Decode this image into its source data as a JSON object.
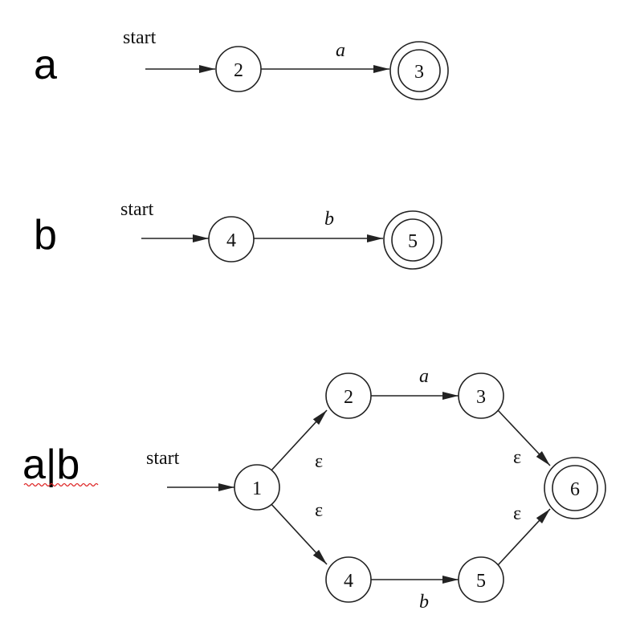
{
  "diagrams": [
    {
      "id": "a",
      "row_label": "a",
      "start_label": "start",
      "nodes": [
        {
          "id": "n2",
          "label": "2",
          "accepting": false
        },
        {
          "id": "n3",
          "label": "3",
          "accepting": true
        }
      ],
      "edges": [
        {
          "from": "start",
          "to": "n2",
          "label": ""
        },
        {
          "from": "n2",
          "to": "n3",
          "label": "a"
        }
      ]
    },
    {
      "id": "b",
      "row_label": "b",
      "start_label": "start",
      "nodes": [
        {
          "id": "n4",
          "label": "4",
          "accepting": false
        },
        {
          "id": "n5",
          "label": "5",
          "accepting": true
        }
      ],
      "edges": [
        {
          "from": "start",
          "to": "n4",
          "label": ""
        },
        {
          "from": "n4",
          "to": "n5",
          "label": "b"
        }
      ]
    },
    {
      "id": "ab",
      "row_label": "a|b",
      "start_label": "start",
      "nodes": [
        {
          "id": "n1",
          "label": "1",
          "accepting": false
        },
        {
          "id": "n2",
          "label": "2",
          "accepting": false
        },
        {
          "id": "n3",
          "label": "3",
          "accepting": false
        },
        {
          "id": "n4",
          "label": "4",
          "accepting": false
        },
        {
          "id": "n5",
          "label": "5",
          "accepting": false
        },
        {
          "id": "n6",
          "label": "6",
          "accepting": true
        }
      ],
      "edges": [
        {
          "from": "start",
          "to": "n1",
          "label": ""
        },
        {
          "from": "n1",
          "to": "n2",
          "label": "ε"
        },
        {
          "from": "n1",
          "to": "n4",
          "label": "ε"
        },
        {
          "from": "n2",
          "to": "n3",
          "label": "a"
        },
        {
          "from": "n4",
          "to": "n5",
          "label": "b"
        },
        {
          "from": "n3",
          "to": "n6",
          "label": "ε"
        },
        {
          "from": "n5",
          "to": "n6",
          "label": "ε"
        }
      ]
    }
  ]
}
